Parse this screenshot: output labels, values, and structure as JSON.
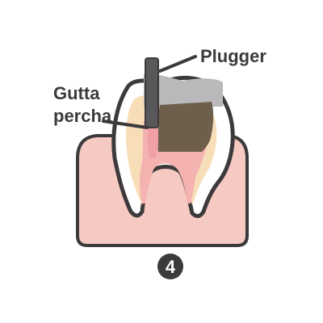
{
  "labels": {
    "plugger": "Plugger",
    "gutta_line1": "Gutta",
    "gutta_line2": "percha"
  },
  "step": {
    "number": "4"
  },
  "colors": {
    "outline": "#3d3a3b",
    "gum": "#f6c9c3",
    "tooth": "#ffffff",
    "dentin": "#f7ddb8",
    "pulp": "#f4b2b0",
    "filling": "#6d5f4c",
    "plugger_body": "#58585a",
    "plugger_trail": "#b9b9bb",
    "step_badge": "#3d3a3b"
  }
}
